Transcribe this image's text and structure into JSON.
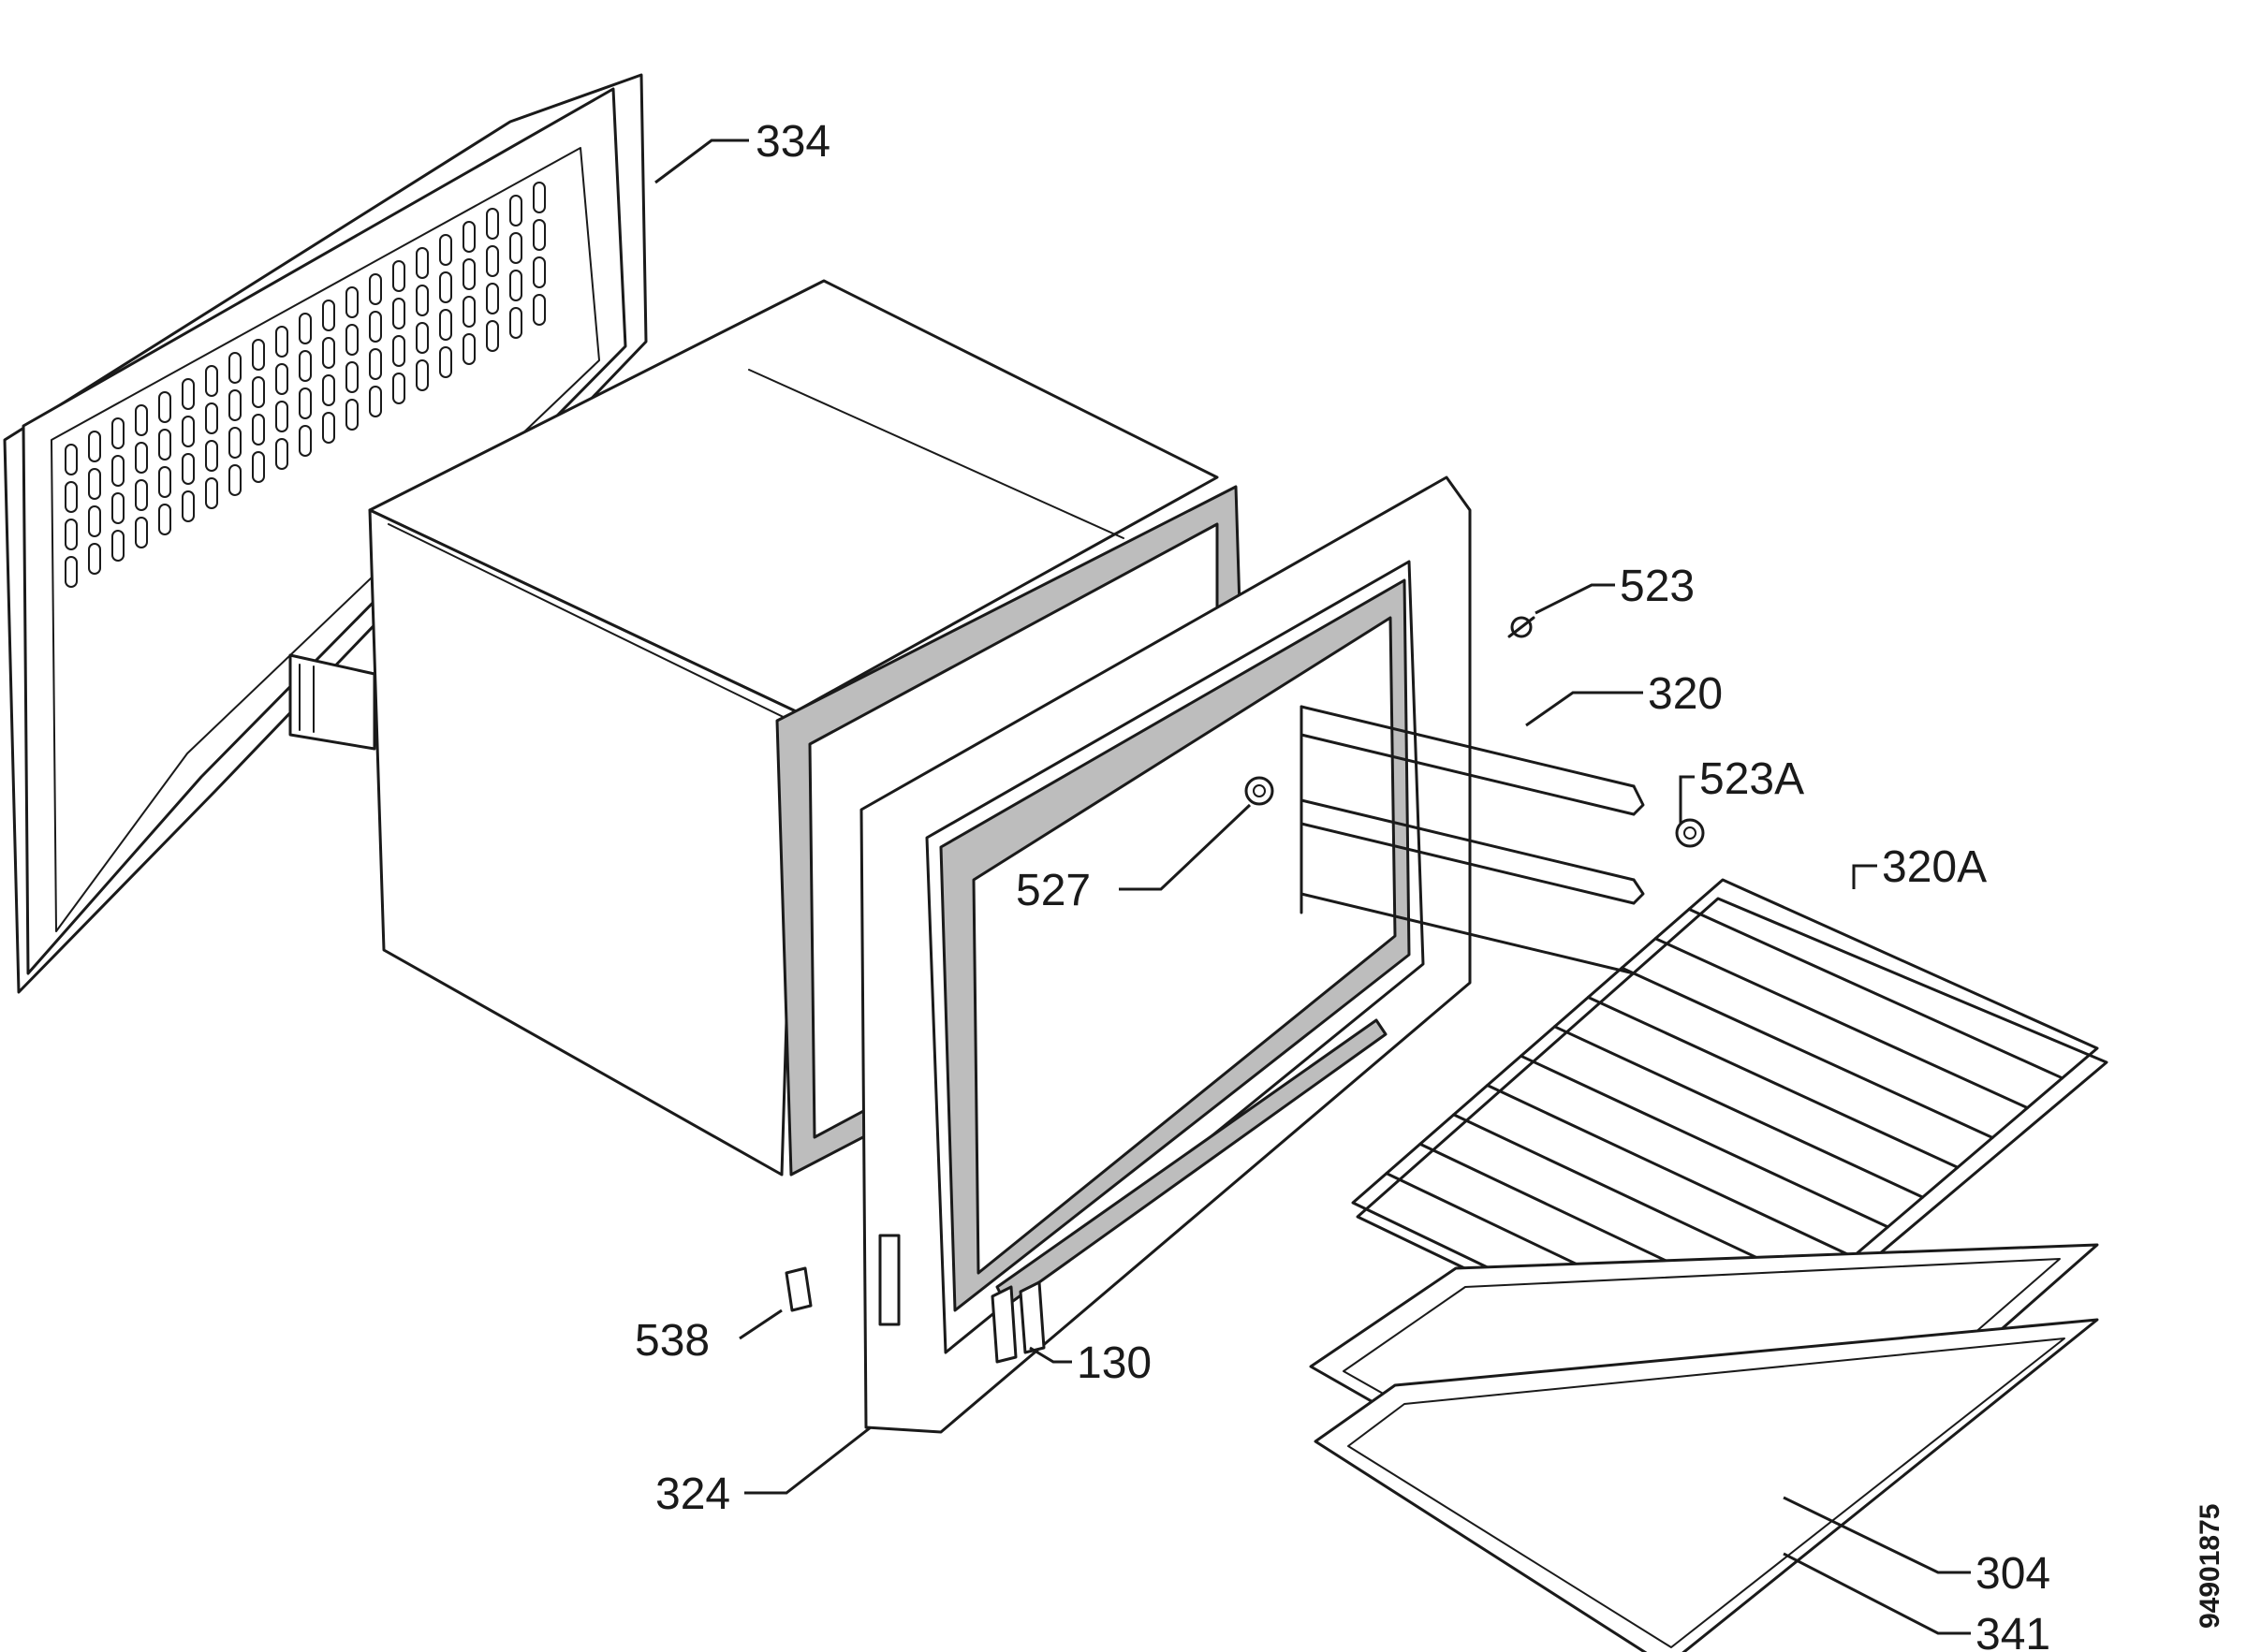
{
  "labels": {
    "p334": "334",
    "p523": "523",
    "p320": "320",
    "p523a": "523A",
    "p320a": "320A",
    "p527": "527",
    "p538": "538",
    "p130": "130",
    "p324": "324",
    "p304": "304",
    "p341": "341"
  },
  "drawing_code": "94901875"
}
